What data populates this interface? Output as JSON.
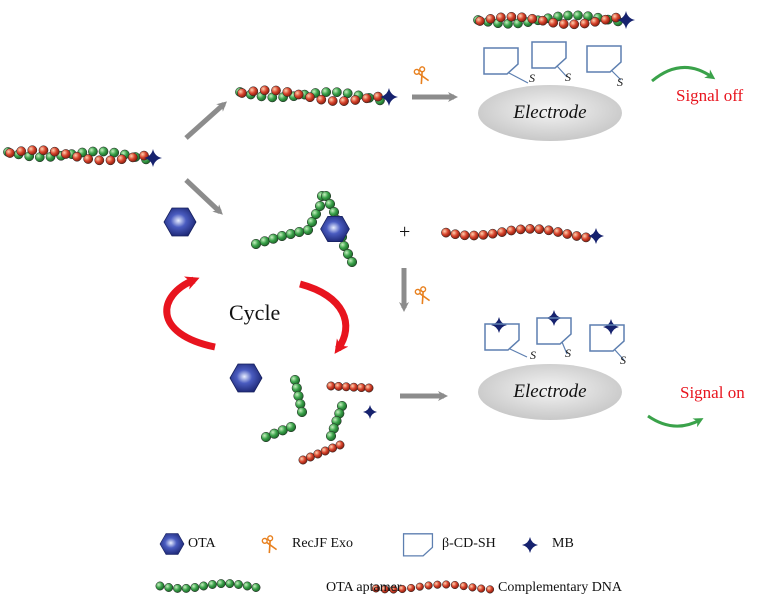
{
  "figure": {
    "electrode_label": "Electrode",
    "signal_off": "Signal off",
    "signal_on": "Signal on",
    "cycle_label": "Cycle",
    "plus_sign": "+",
    "thiol_label": "S"
  },
  "legend": {
    "ota": "OTA",
    "exo": "RecJF Exo",
    "cd": "β-CD-SH",
    "mb": "MB",
    "aptamer": "OTA aptamer",
    "cdna": "Complementary DNA"
  },
  "colors": {
    "green_bead": "#3aa24a",
    "red_bead": "#d8432c",
    "mb_star": "#16226e",
    "ota_hexagon": "#22308a",
    "cd_cup": "#5d7fb0",
    "electrode_fill": "#dcdcdc",
    "signal_text": "#e8141e",
    "arrow_gray": "#8c8c8c",
    "cycle_red": "#e8141e",
    "scissors_orange": "#e8801e"
  }
}
